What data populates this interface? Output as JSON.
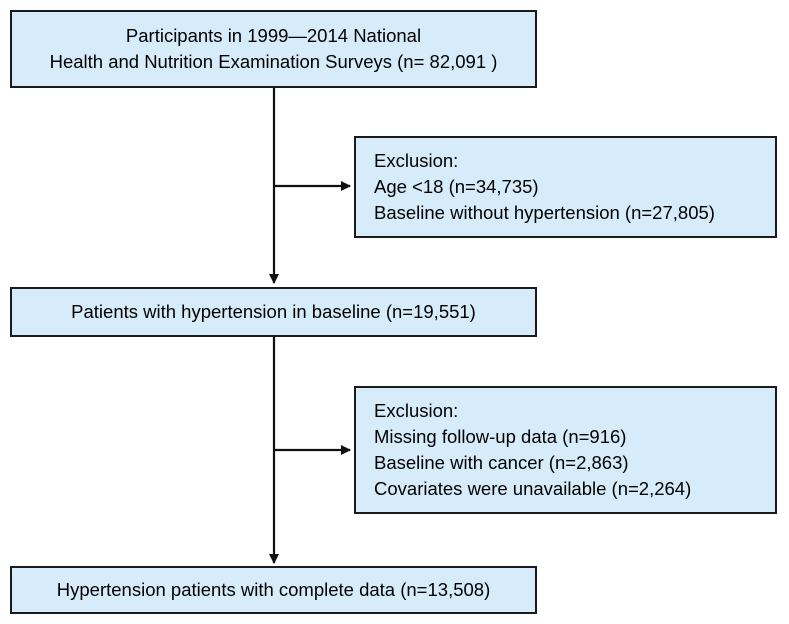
{
  "boxes": {
    "participants": {
      "lines": [
        "Participants in 1999—2014 National",
        "Health and Nutrition Examination Surveys (n= 82,091 )"
      ]
    },
    "exclusion_1": {
      "lines": [
        "Exclusion:",
        "Age <18 (n=34,735)",
        "Baseline without hypertension (n=27,805)"
      ]
    },
    "baseline_hypertension": {
      "lines": [
        "Patients with hypertension in baseline (n=19,551)"
      ]
    },
    "exclusion_2": {
      "lines": [
        "Exclusion:",
        "Missing follow-up data (n=916)",
        "Baseline with cancer (n=2,863)",
        "Covariates were unavailable (n=2,264)"
      ]
    },
    "final": {
      "lines": [
        "Hypertension patients with complete data (n=13,508)"
      ]
    }
  },
  "colors": {
    "box_fill": "#d6ecfb",
    "box_border": "#1a1a1a",
    "arrow": "#111111"
  }
}
